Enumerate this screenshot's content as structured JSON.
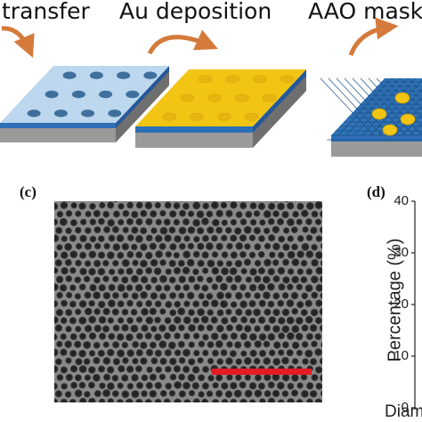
{
  "steps": [
    {
      "title": "transfer"
    },
    {
      "title": "Au deposition"
    },
    {
      "title": "AAO mask"
    }
  ],
  "panels": {
    "c_label": "(c)",
    "d_label": "(d)"
  },
  "chart_data": {
    "type": "bar",
    "ylabel": "Percentage (%)",
    "xlabel": "Diam",
    "y_ticks": [
      "40",
      "30",
      "20",
      "10",
      "0"
    ],
    "ylim": [
      0,
      40
    ]
  },
  "colors": {
    "arrow": "#d47a3a",
    "substrate_top_light": "#bcd7ee",
    "gold": "#f2c414",
    "mesh_blue": "#2c6fb4",
    "scale_bar": "#e31b23",
    "sem_background": "#8a8a8a",
    "sem_pore": "#2a2a2a"
  }
}
